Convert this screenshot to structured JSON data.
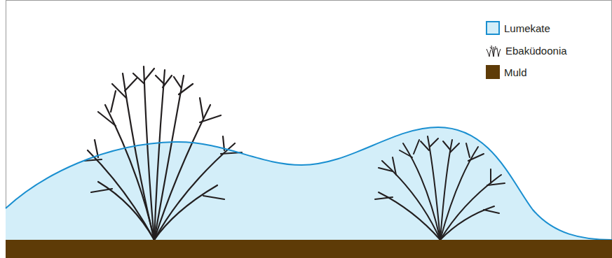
{
  "diagram": {
    "legend": [
      {
        "text": "Lumekate",
        "color": "#d3eef9"
      },
      {
        "text": "Ebaküdoonia"
      },
      {
        "text": "Muld",
        "color": "#5e3b07"
      }
    ]
  }
}
